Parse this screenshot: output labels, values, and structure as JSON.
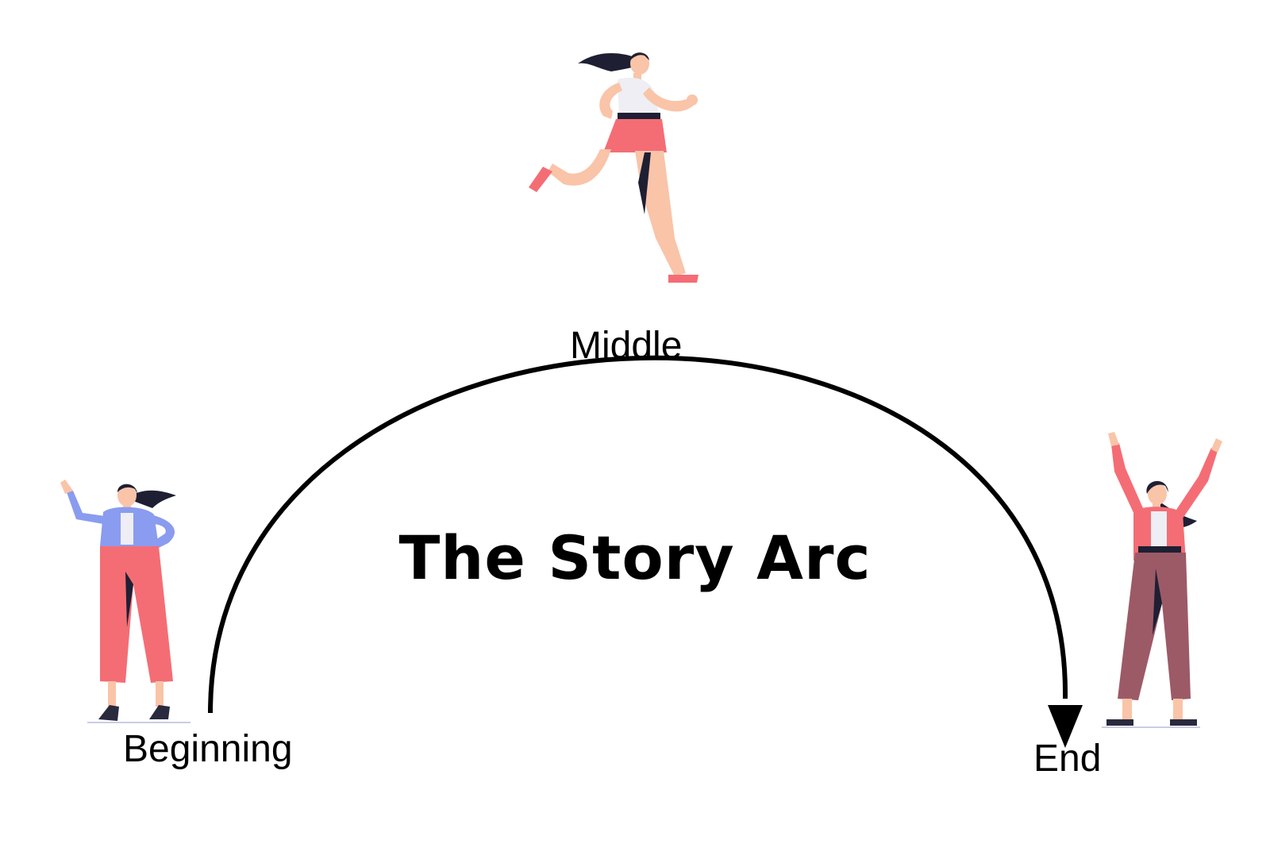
{
  "diagram": {
    "title": "The Story Arc",
    "stages": {
      "beginning": "Beginning",
      "middle": "Middle",
      "end": "End"
    }
  },
  "colors": {
    "arc": "#000000",
    "coral": "#f46d75",
    "skin": "#f9c4a8",
    "hair": "#1f1f33",
    "jacket_blue": "#8a9cef",
    "shirt": "#eeeef4",
    "trousers_brown": "#9c5a66",
    "shoe_dark": "#2a2a3e"
  },
  "icons": {
    "left_figure": "woman-waving-icon",
    "top_figure": "woman-running-icon",
    "right_figure": "woman-celebrating-icon"
  }
}
